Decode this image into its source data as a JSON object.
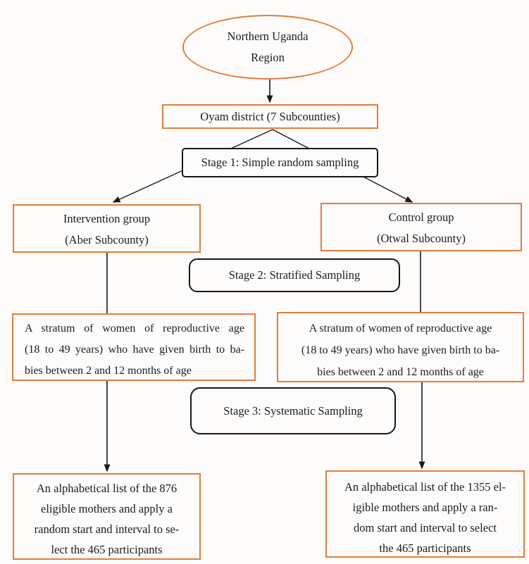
{
  "page": {
    "background_color": "#fdfcfa",
    "accent_orange": "#e07e3e",
    "line_color": "#1a1a1a"
  },
  "diagram": {
    "region_ellipse": {
      "lines": [
        "Northern Uganda",
        "Region"
      ]
    },
    "district_box": {
      "label": "Oyam district (7 Subcounties)"
    },
    "stage1_box": {
      "label": "Stage 1: Simple random sampling"
    },
    "intervention_box": {
      "lines": [
        "Intervention group",
        "(Aber Subcounty)"
      ]
    },
    "control_box": {
      "lines": [
        "Control group",
        "(Otwal Subcounty)"
      ]
    },
    "stage2_box": {
      "label": "Stage 2: Stratified Sampling"
    },
    "stratum_left_box": {
      "lines": [
        "A stratum of women of reproductive age",
        "(18 to 49 years) who have given birth to ba-",
        "bies between 2 and 12 months of age"
      ]
    },
    "stratum_right_box": {
      "lines": [
        "A stratum of women of reproductive age",
        "(18 to 49 years) who have given birth to ba-",
        "bies between 2 and 12 months of age"
      ]
    },
    "stage3_box": {
      "label": "Stage 3: Systematic Sampling"
    },
    "list_left_box": {
      "lines": [
        "An alphabetical list of the 876",
        "eligible mothers and apply a",
        "random start and interval to se-",
        "lect the 465 participants"
      ]
    },
    "list_right_box": {
      "lines": [
        "An alphabetical list of the 1355 el-",
        "igible mothers and apply a ran-",
        "dom start and interval to select",
        "the 465 participants"
      ]
    }
  }
}
